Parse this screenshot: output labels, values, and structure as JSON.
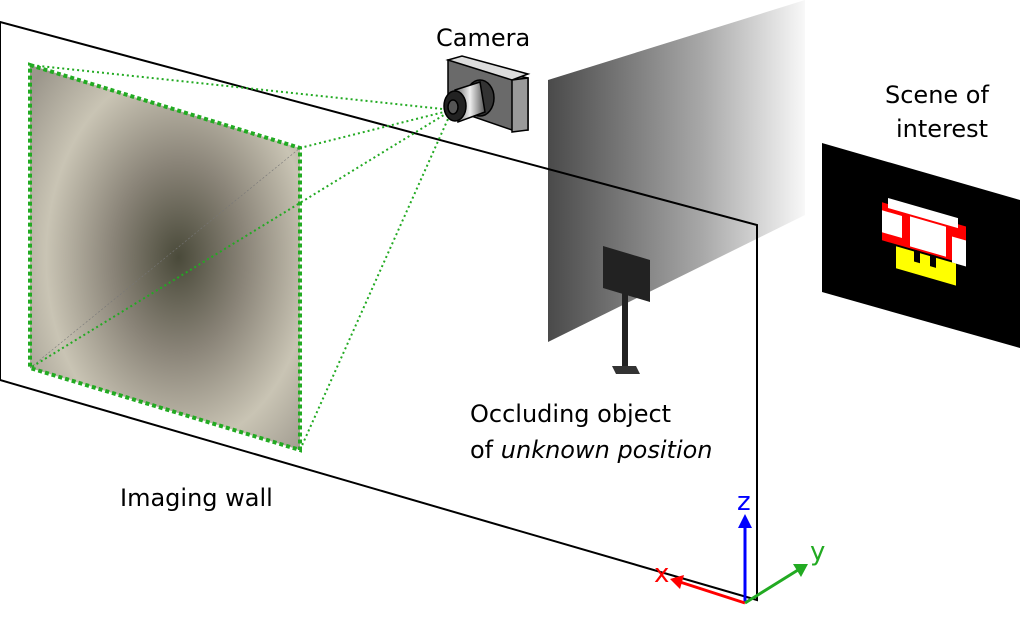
{
  "labels": {
    "camera": "Camera",
    "scene_line1": "Scene of",
    "scene_line2": "interest",
    "occluder_line1": "Occluding object",
    "occluder_line2_prefix": "of ",
    "occluder_line2_italic": "unknown position",
    "wall": "Imaging wall"
  },
  "axes": {
    "x": "x",
    "y": "y",
    "z": "z",
    "x_color": "#ff0000",
    "y_color": "#22aa22",
    "z_color": "#0000ff"
  },
  "colors": {
    "fov": "#22aa22",
    "scene_bg": "#000000"
  }
}
